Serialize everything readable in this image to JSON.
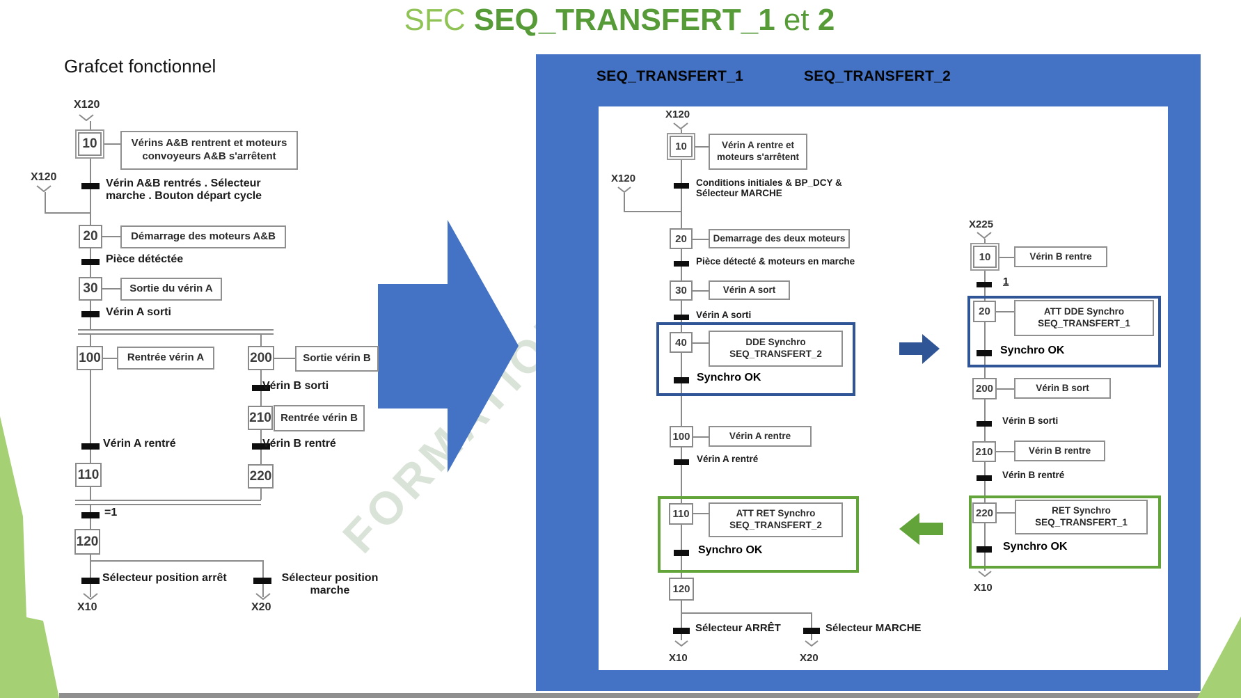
{
  "title": {
    "sfc": "SFC",
    "main": "SEQ_TRANSFERT_1",
    "et": "et",
    "num2": "2"
  },
  "watermark": "FORMATION",
  "colors": {
    "panel_blue": "#4472C4",
    "highlight_blue": "#2F5597",
    "highlight_green": "#62A33A",
    "title_green_light": "#90C355",
    "title_green_dark": "#569B38",
    "decor_green": "#A6D074"
  },
  "left": {
    "heading": "Grafcet fonctionnel",
    "labels": {
      "x_top": "X120",
      "x_side": "X120",
      "x10": "X10",
      "x20": "X20"
    },
    "steps": {
      "s10": "10",
      "s20": "20",
      "s30": "30",
      "s100": "100",
      "s200": "200",
      "s210": "210",
      "s110": "110",
      "s220": "220",
      "s120": "120"
    },
    "actions": {
      "a10": "Vérins A&B rentrent et moteurs convoyeurs A&B s'arrêtent",
      "a20": "Démarrage des moteurs A&B",
      "a30": "Sortie du vérin A",
      "a100": "Rentrée vérin A",
      "a200": "Sortie vérin B",
      "a210": "Rentrée vérin B"
    },
    "trans": {
      "t10": "Vérin A&B rentrés . Sélecteur marche . Bouton départ cycle",
      "t20": "Pièce détéctée",
      "t30": "Vérin A sorti",
      "t200": "Vérin B sorti",
      "t100": "Vérin A rentré",
      "t210": "Vérin B rentré",
      "teq": "=1",
      "tarret": "Sélecteur position  arrêt",
      "tmarche": "Sélecteur position marche"
    }
  },
  "seq1": {
    "header": "SEQ_TRANSFERT_1",
    "labels": {
      "x_top": "X120",
      "x_side": "X120",
      "x10": "X10",
      "x20": "X20"
    },
    "steps": {
      "s10": "10",
      "s20": "20",
      "s30": "30",
      "s40": "40",
      "s100": "100",
      "s110": "110",
      "s120": "120"
    },
    "actions": {
      "a10": "Vérin A rentre et moteurs s'arrêtent",
      "a20": "Demarrage des deux moteurs",
      "a30": "Vérin A sort",
      "a40": "DDE Synchro SEQ_TRANSFERT_2",
      "a100": "Vérin A rentre",
      "a110": "ATT RET Synchro SEQ_TRANSFERT_2"
    },
    "trans": {
      "t10": "Conditions initiales & BP_DCY & Sélecteur MARCHE",
      "t20": "Pièce détecté & moteurs en marche",
      "t30": "Vérin A sorti",
      "t40": "Synchro OK",
      "t100": "Vérin A rentré",
      "t110": "Synchro OK",
      "tarret": "Sélecteur ARRÊT",
      "tmarche": "Sélecteur MARCHE"
    }
  },
  "seq2": {
    "header": "SEQ_TRANSFERT_2",
    "labels": {
      "x_top": "X225",
      "x10": "X10"
    },
    "steps": {
      "s10": "10",
      "s20": "20",
      "s200": "200",
      "s210": "210",
      "s220": "220"
    },
    "actions": {
      "a10": "Vérin B rentre",
      "a20": "ATT DDE Synchro SEQ_TRANSFERT_1",
      "a200": "Vérin B sort",
      "a210": "Vérin B rentre",
      "a220": "RET Synchro SEQ_TRANSFERT_1"
    },
    "trans": {
      "t1": "1",
      "t20": "Synchro OK",
      "t200": "Vérin B sorti",
      "t210": "Vérin B rentré",
      "t220": "Synchro OK"
    }
  }
}
